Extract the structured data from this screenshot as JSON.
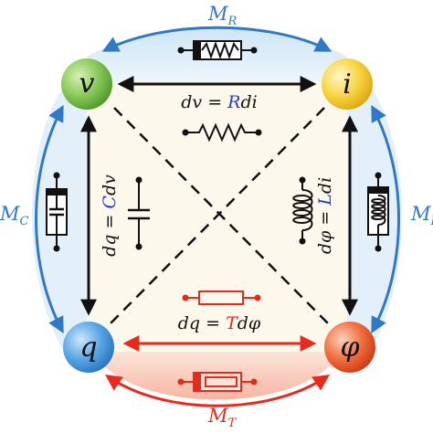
{
  "colors": {
    "blue_arrow": "#2f79c6",
    "red_arrow": "#e8291c",
    "black": "#111111",
    "blue_coef": "#1f3fd0",
    "red_coef": "#e8291c",
    "fill_cream": "#fdf8ec",
    "fill_bottom": "#f9c6b8",
    "fill_sides": "#dfeef9",
    "node_v": "#6ab83e",
    "node_i": "#f4c11f",
    "node_q": "#3a8fd8",
    "node_phi": "#ea4a1e"
  },
  "nodes": {
    "v": "v",
    "i": "i",
    "q": "q",
    "phi": "φ"
  },
  "memristive_labels": {
    "top": {
      "main": "M",
      "sub": "R"
    },
    "left": {
      "main": "M",
      "sub": "C"
    },
    "right": {
      "main": "M",
      "sub": "L"
    },
    "bottom": {
      "main": "M",
      "sub": "T"
    }
  },
  "equations": {
    "top": {
      "pre": "dv = ",
      "coef": "R",
      "post": "di"
    },
    "left": {
      "pre": "dq = ",
      "coef": "C",
      "post": "dv"
    },
    "right": {
      "pre": "dφ = ",
      "coef": "L",
      "post": "di"
    },
    "bottom": {
      "pre": "dq = ",
      "coef": "T",
      "post": "dφ"
    }
  },
  "icons": {
    "top_element": "resistor-icon",
    "left_element": "capacitor-icon",
    "right_element": "inductor-icon",
    "bottom_element": "transistor-element-icon",
    "memristor_top": "memristor-resistor-icon",
    "memristor_left": "memristor-capacitor-icon",
    "memristor_right": "memristor-inductor-icon",
    "memristor_bottom": "memristor-t-icon"
  }
}
